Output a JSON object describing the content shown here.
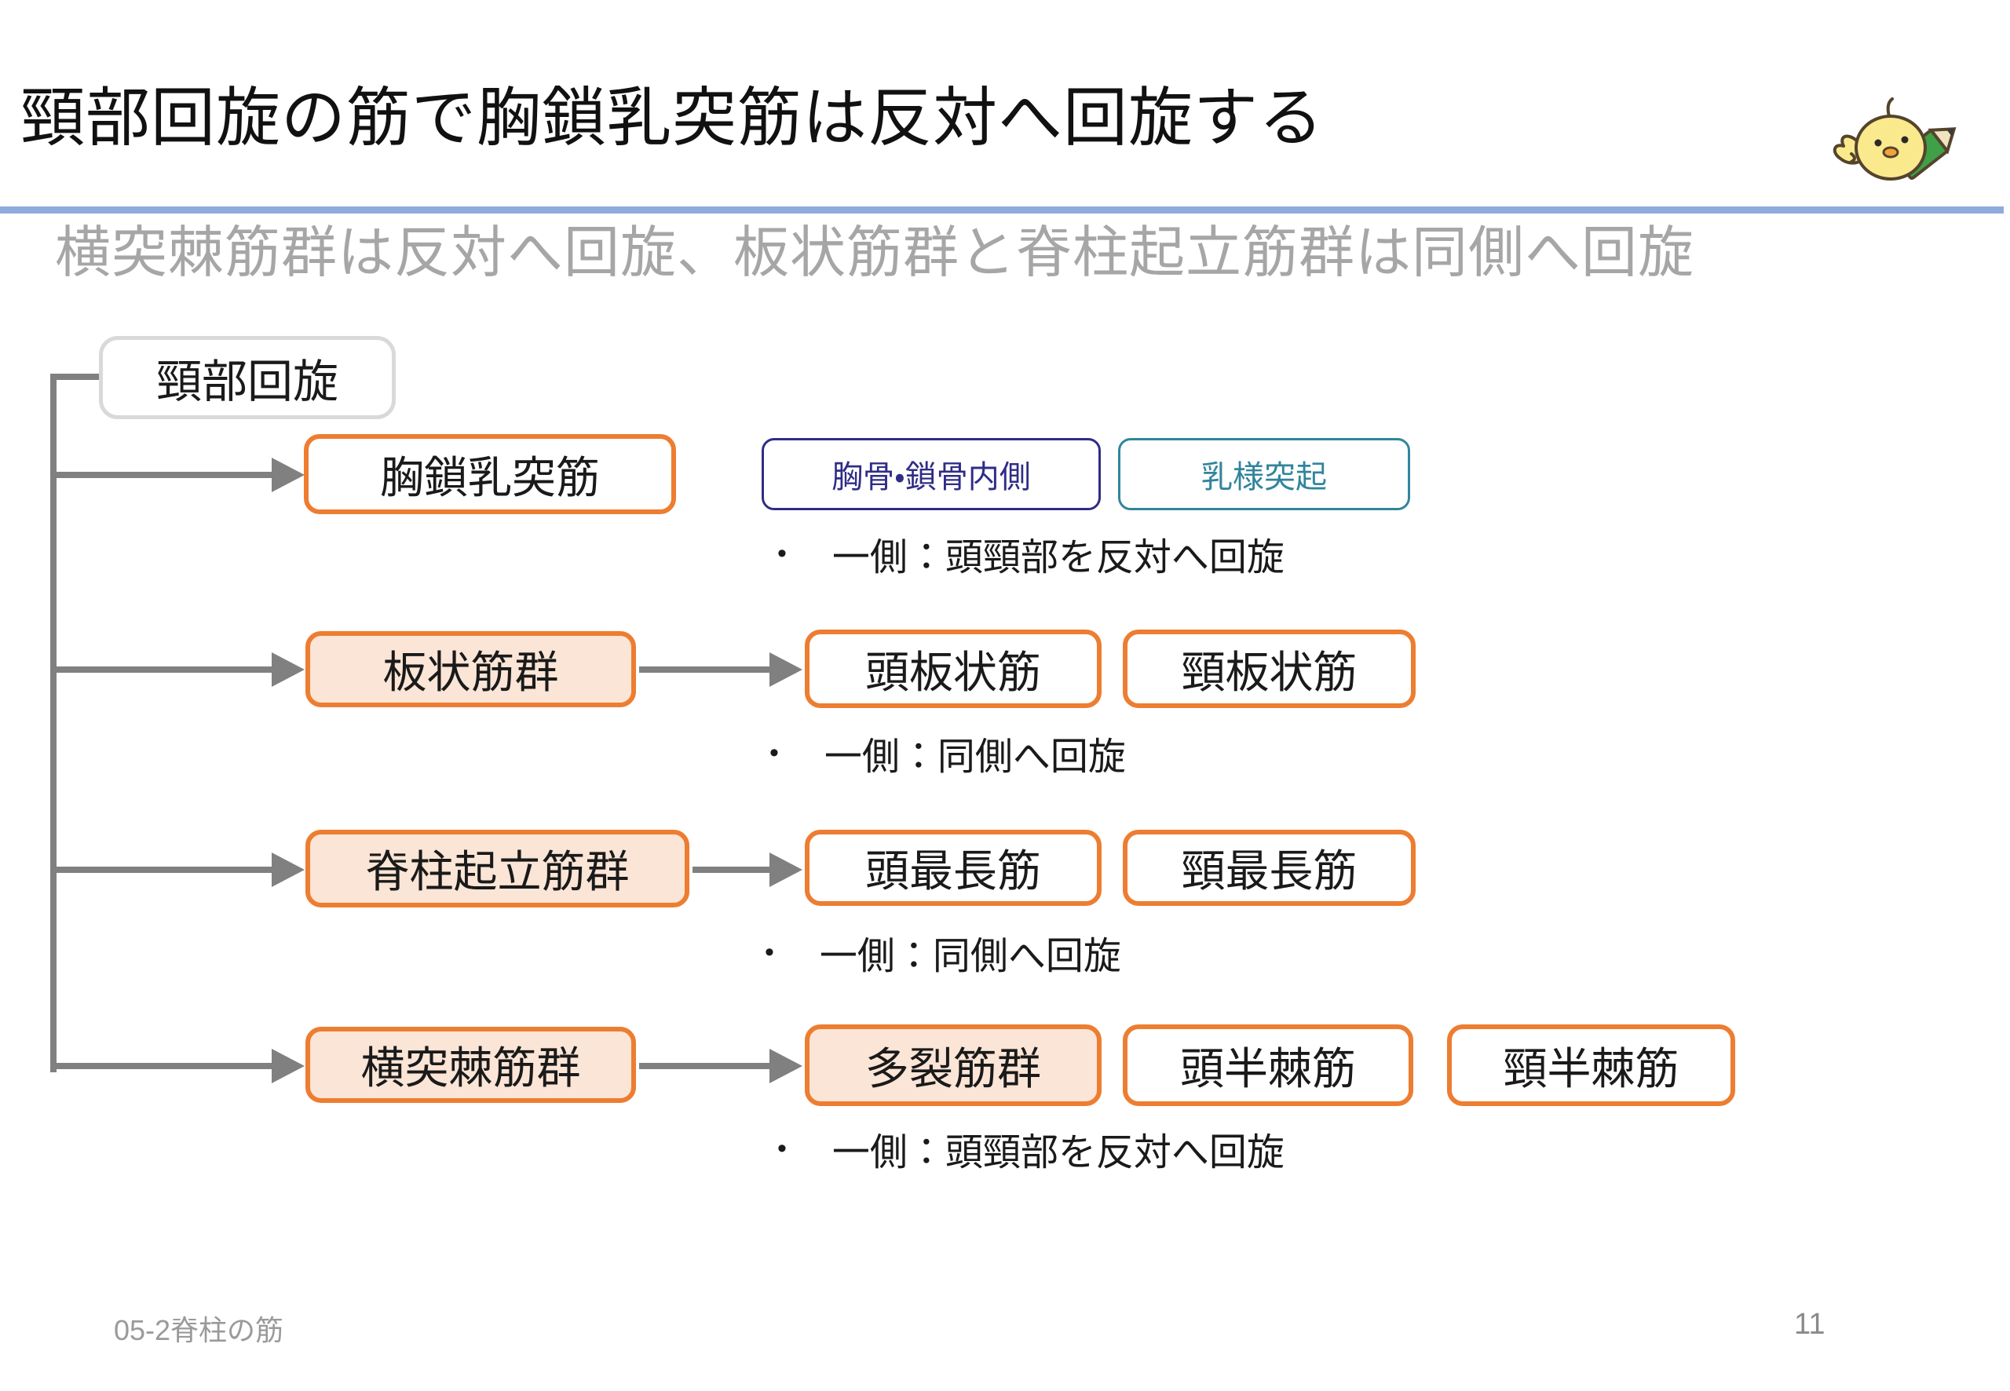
{
  "title": "頸部回旋の筋で胸鎖乳突筋は反対へ回旋する",
  "subtitle": "横突棘筋群は反対へ回旋、板状筋群と脊柱起立筋群は同側へ回旋",
  "bullet": "•",
  "colors": {
    "accent_orange": "#ED7D31",
    "peach_fill": "#FBE5D6",
    "root_border_gray": "#D9D9D9",
    "connector_gray": "#808080",
    "navy": "#2F2D86",
    "teal": "#31859C",
    "divider_blue": "#8FAADC",
    "subtitle_gray": "#A6A6A6"
  },
  "tree": {
    "root": "頸部回旋",
    "rows": [
      {
        "group": "胸鎖乳突筋",
        "children": [
          "胸骨・鎖骨内側",
          "乳様突起"
        ],
        "note": "一側：頭頸部を反対へ回旋"
      },
      {
        "group": "板状筋群",
        "children": [
          "頭板状筋",
          "頸板状筋"
        ],
        "note": "一側：同側へ回旋"
      },
      {
        "group": "脊柱起立筋群",
        "children": [
          "頭最長筋",
          "頸最長筋"
        ],
        "note": "一側：同側へ回旋"
      },
      {
        "group": "横突棘筋群",
        "children": [
          "多裂筋群",
          "頭半棘筋",
          "頸半棘筋"
        ],
        "note": "一側：頭頸部を反対へ回旋"
      }
    ]
  },
  "footer": {
    "left": "05-2脊柱の筋",
    "page": "11"
  },
  "icon": "chick-with-pencil"
}
